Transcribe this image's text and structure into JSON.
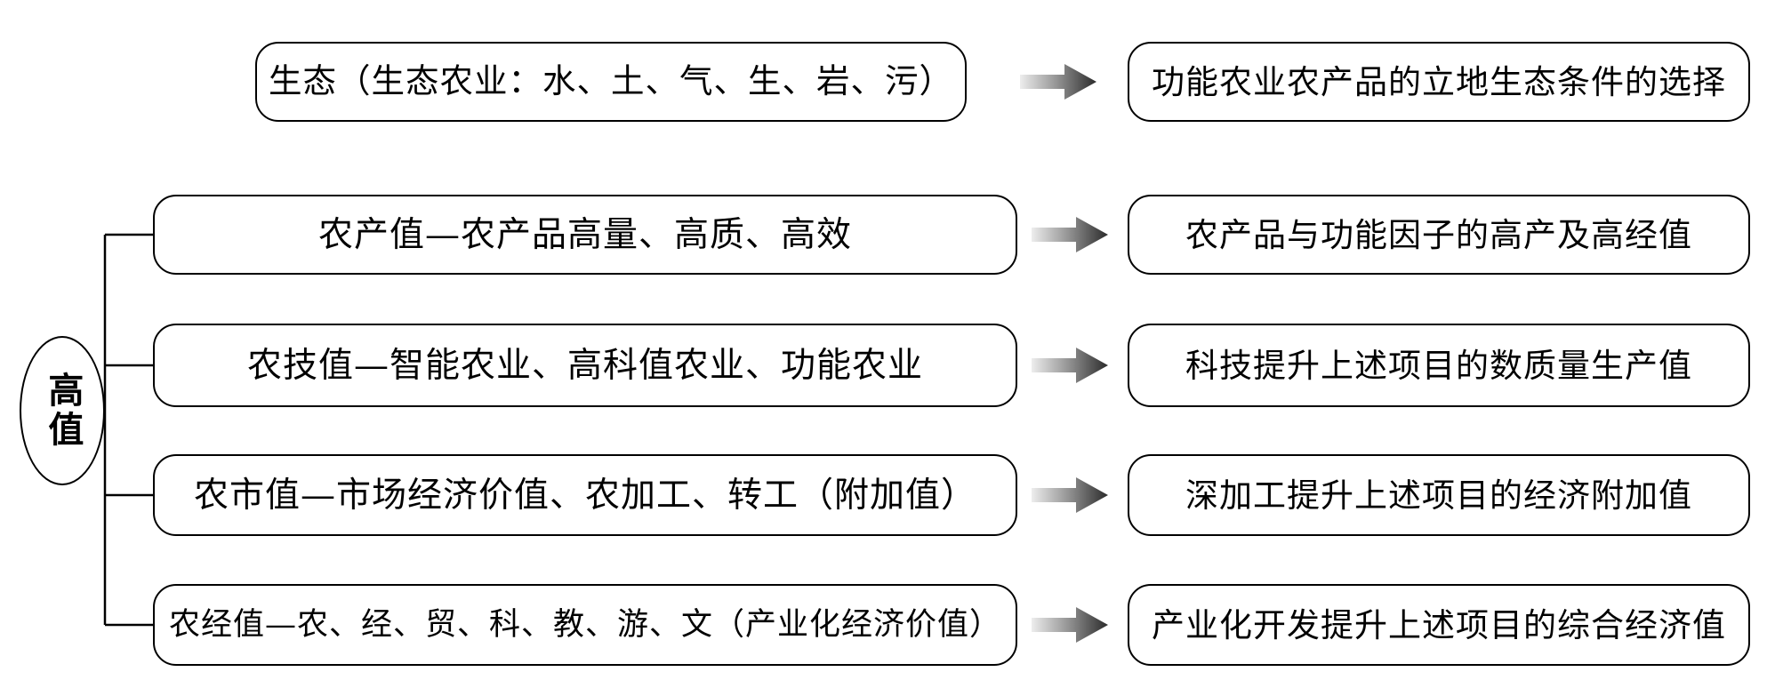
{
  "diagram": {
    "title": "高值功能农业体系图",
    "root": {
      "label": "高值",
      "shape": "ellipse"
    },
    "arrow_style": {
      "type": "gradient-block-arrow",
      "from_color": "#f2f2f2",
      "to_color": "#3f3f3f"
    },
    "line_color": "#000000",
    "box_fill": "#ffffff",
    "rows": [
      {
        "id": "eco",
        "branch": false,
        "left": "生态（生态农业：水、土、气、生、岩、污）",
        "arrow": "arrow-right-icon",
        "right": "功能农业农产品的立地生态条件的选择"
      },
      {
        "id": "farm-output",
        "branch": true,
        "left": "农产值—农产品高量、高质、高效",
        "arrow": "arrow-right-icon",
        "right": "农产品与功能因子的高产及高经值"
      },
      {
        "id": "farm-tech",
        "branch": true,
        "left": "农技值—智能农业、高科值农业、功能农业",
        "arrow": "arrow-right-icon",
        "right": "科技提升上述项目的数质量生产值"
      },
      {
        "id": "farm-market",
        "branch": true,
        "left": "农市值—市场经济价值、农加工、转工（附加值）",
        "arrow": "arrow-right-icon",
        "right": "深加工提升上述项目的经济附加值"
      },
      {
        "id": "farm-economy",
        "branch": true,
        "left": "农经值—农、经、贸、科、教、游、文（产业化经济价值）",
        "arrow": "arrow-right-icon",
        "right": "产业化开发提升上述项目的综合经济值"
      }
    ]
  }
}
